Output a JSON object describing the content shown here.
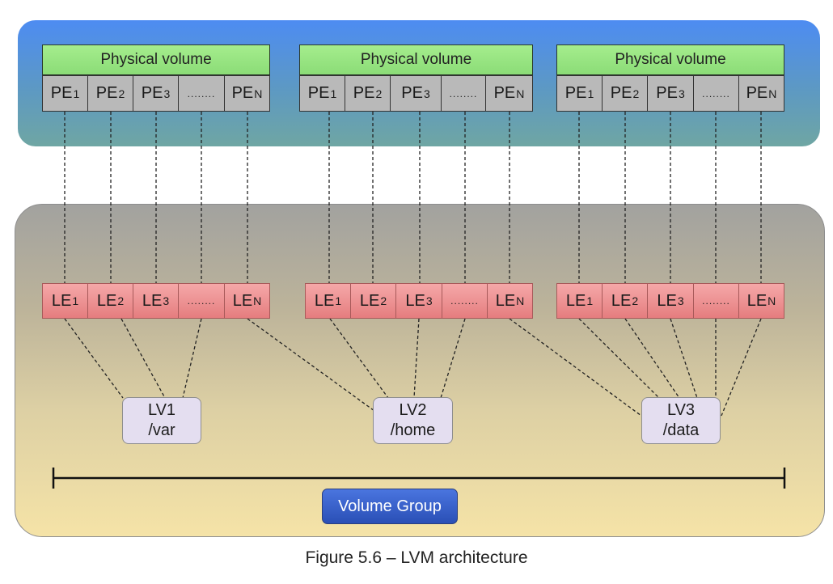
{
  "physical_volumes": [
    {
      "title": "Physical volume",
      "extents": [
        {
          "base": "PE",
          "sub": "1"
        },
        {
          "base": "PE",
          "sub": "2"
        },
        {
          "base": "PE",
          "sub": "3"
        },
        {
          "base": "........",
          "sub": ""
        },
        {
          "base": "PE",
          "sub": "N"
        }
      ]
    },
    {
      "title": "Physical volume",
      "extents": [
        {
          "base": "PE",
          "sub": "1"
        },
        {
          "base": "PE",
          "sub": "2"
        },
        {
          "base": "PE",
          "sub": "3"
        },
        {
          "base": "........",
          "sub": ""
        },
        {
          "base": "PE",
          "sub": "N"
        }
      ]
    },
    {
      "title": "Physical volume",
      "extents": [
        {
          "base": "PE",
          "sub": "1"
        },
        {
          "base": "PE",
          "sub": "2"
        },
        {
          "base": "PE",
          "sub": "3"
        },
        {
          "base": "........",
          "sub": ""
        },
        {
          "base": "PE",
          "sub": "N"
        }
      ]
    }
  ],
  "logical_extent_groups": [
    {
      "extents": [
        {
          "base": "LE",
          "sub": "1"
        },
        {
          "base": "LE",
          "sub": "2"
        },
        {
          "base": "LE",
          "sub": "3"
        },
        {
          "base": "........",
          "sub": ""
        },
        {
          "base": "LE",
          "sub": "N"
        }
      ]
    },
    {
      "extents": [
        {
          "base": "LE",
          "sub": "1"
        },
        {
          "base": "LE",
          "sub": "2"
        },
        {
          "base": "LE",
          "sub": "3"
        },
        {
          "base": "........",
          "sub": ""
        },
        {
          "base": "LE",
          "sub": "N"
        }
      ]
    },
    {
      "extents": [
        {
          "base": "LE",
          "sub": "1"
        },
        {
          "base": "LE",
          "sub": "2"
        },
        {
          "base": "LE",
          "sub": "3"
        },
        {
          "base": "........",
          "sub": ""
        },
        {
          "base": "LE",
          "sub": "N"
        }
      ]
    }
  ],
  "logical_volumes": [
    {
      "name": "LV1",
      "mount": "/var"
    },
    {
      "name": "LV2",
      "mount": "/home"
    },
    {
      "name": "LV3",
      "mount": "/data"
    }
  ],
  "volume_group_label": "Volume Group",
  "caption": "Figure 5.6 – LVM architecture",
  "colors": {
    "top_band": "#4d8cf2",
    "physical_volume_header": "#a5ed8d",
    "physical_extent": "#b9b9b9",
    "logical_extent": "#f5a8a8",
    "logical_volume": "#e4def0",
    "volume_group_button": "#2a4fb6"
  }
}
